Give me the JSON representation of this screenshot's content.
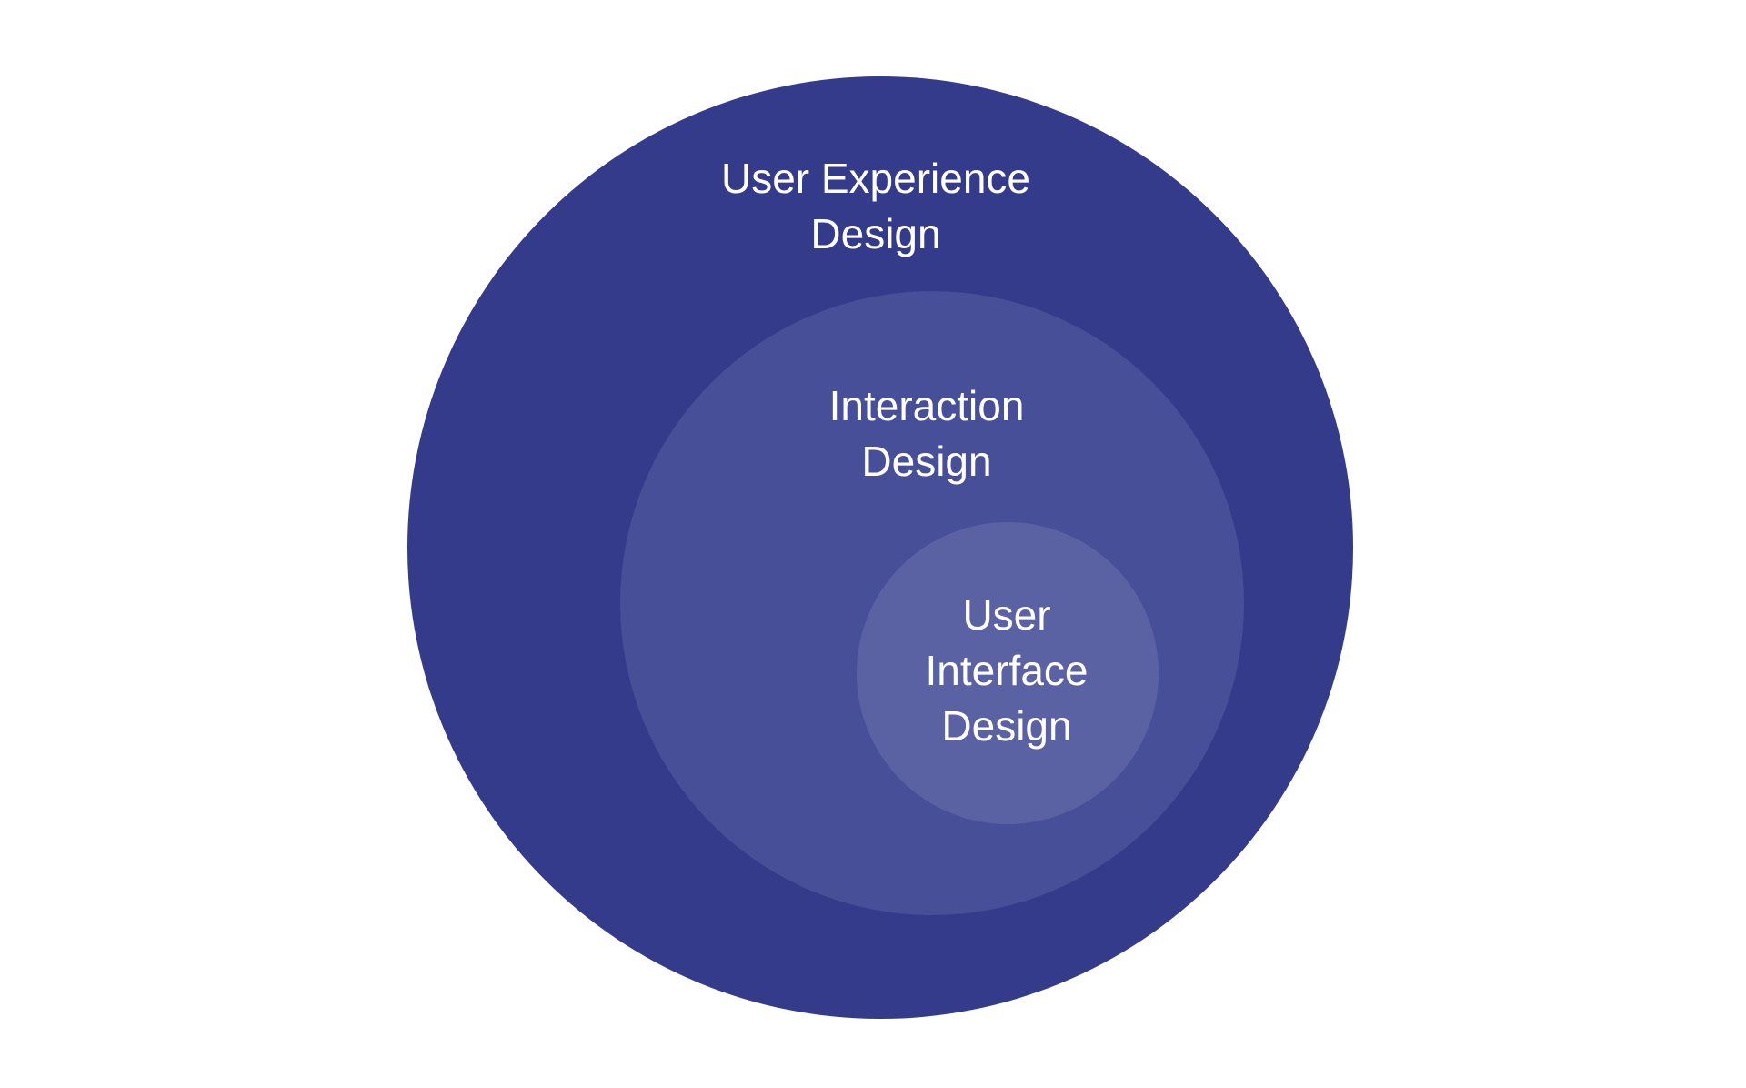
{
  "colors": {
    "background": "#ffffff",
    "outer_circle": "#343b8b",
    "middle_circle": "#474f98",
    "inner_circle": "#5b62a4",
    "label_text": "#ffffff"
  },
  "diagram": {
    "type": "nested-circles",
    "circles": [
      {
        "id": "ux",
        "lines": [
          "User Experience",
          "Design"
        ]
      },
      {
        "id": "ixd",
        "lines": [
          "Interaction",
          "Design"
        ]
      },
      {
        "id": "ui",
        "lines": [
          "User",
          "Interface",
          "Design"
        ]
      }
    ]
  }
}
